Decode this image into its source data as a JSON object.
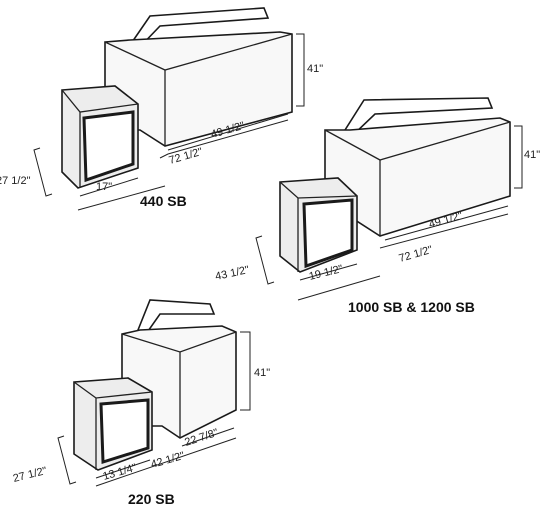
{
  "models": [
    {
      "name": "440 SB",
      "dims": {
        "height": "41\"",
        "length": "49 1/2\"",
        "overall": "72 1/2\"",
        "door_width": "17\"",
        "door_height": "27 1/2\""
      }
    },
    {
      "name": "1000 SB & 1200 SB",
      "dims": {
        "height": "41\"",
        "length": "49 1/2\"",
        "overall": "72 1/2\"",
        "door_width": "19 1/2\"",
        "door_height": "43 1/2\""
      }
    },
    {
      "name": "220 SB",
      "dims": {
        "height": "41\"",
        "length": "22 7/8\"",
        "overall": "42 1/2\"",
        "door_width": "13 1/4\"",
        "door_height": "27 1/2\""
      }
    }
  ]
}
